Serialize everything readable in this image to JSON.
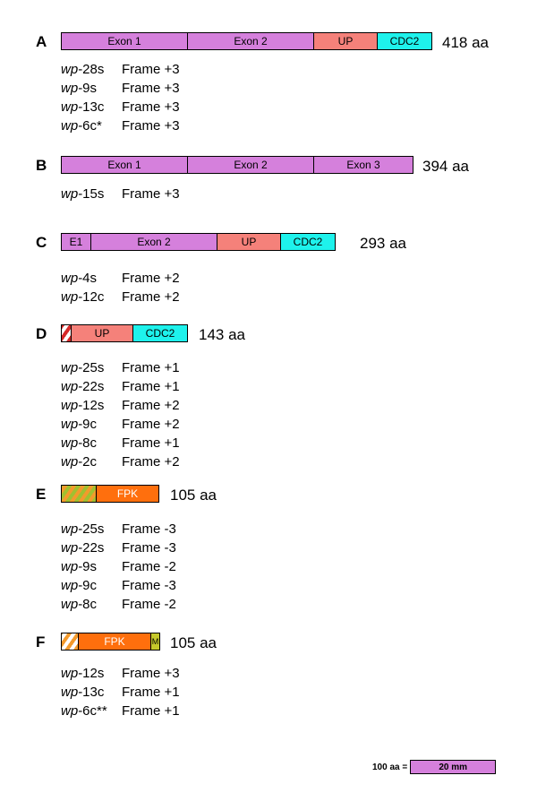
{
  "colors": {
    "exon": "#d580dc",
    "up": "#f5817a",
    "cdc2": "#1ef2ec",
    "fpk": "#ff6f0d",
    "m": "#c6c82a",
    "hatch_red": "#d62828",
    "hatch_orange": "#f39a2c",
    "hatch_green": "#a0c030"
  },
  "panels": [
    {
      "letter": "A",
      "segments": [
        {
          "label": "Exon 1",
          "color": "exon"
        },
        {
          "label": "Exon 2",
          "color": "exon"
        },
        {
          "label": "UP",
          "color": "up"
        },
        {
          "label": "CDC2",
          "color": "cdc2"
        }
      ],
      "length": "418 aa",
      "isoforms": [
        {
          "prefix": "wp",
          "suffix": "-28s",
          "frame": "Frame +3"
        },
        {
          "prefix": "wp",
          "suffix": "-9s",
          "frame": "Frame +3"
        },
        {
          "prefix": "wp",
          "suffix": "-13c",
          "frame": "Frame +3"
        },
        {
          "prefix": "wp",
          "suffix": "-6c*",
          "frame": "Frame +3"
        }
      ]
    },
    {
      "letter": "B",
      "segments": [
        {
          "label": "Exon 1",
          "color": "exon"
        },
        {
          "label": "Exon 2",
          "color": "exon"
        },
        {
          "label": "Exon 3",
          "color": "exon"
        }
      ],
      "length": "394 aa",
      "isoforms": [
        {
          "prefix": "wp",
          "suffix": "-15s",
          "frame": "Frame +3"
        }
      ]
    },
    {
      "letter": "C",
      "segments": [
        {
          "label": "E1",
          "color": "exon"
        },
        {
          "label": "Exon 2",
          "color": "exon"
        },
        {
          "label": "UP",
          "color": "up"
        },
        {
          "label": "CDC2",
          "color": "cdc2"
        }
      ],
      "length": "293 aa",
      "isoforms": [
        {
          "prefix": "wp",
          "suffix": "-4s",
          "frame": "Frame +2"
        },
        {
          "prefix": "wp",
          "suffix": "-12c",
          "frame": "Frame +2"
        }
      ]
    },
    {
      "letter": "D",
      "segments": [
        {
          "label": "",
          "color": "hatch_red"
        },
        {
          "label": "UP",
          "color": "up"
        },
        {
          "label": "CDC2",
          "color": "cdc2"
        }
      ],
      "length": "143 aa",
      "isoforms": [
        {
          "prefix": "wp",
          "suffix": "-25s",
          "frame": "Frame +1"
        },
        {
          "prefix": "wp",
          "suffix": "-22s",
          "frame": "Frame +1"
        },
        {
          "prefix": "wp",
          "suffix": "-12s",
          "frame": "Frame +2"
        },
        {
          "prefix": "wp",
          "suffix": "-9c",
          "frame": "Frame +2"
        },
        {
          "prefix": "wp",
          "suffix": "-8c",
          "frame": "Frame +1"
        },
        {
          "prefix": "wp",
          "suffix": "-2c",
          "frame": "Frame +2"
        }
      ]
    },
    {
      "letter": "E",
      "segments": [
        {
          "label": "",
          "color": "hatch_green"
        },
        {
          "label": "FPK",
          "color": "fpk"
        }
      ],
      "length": "105 aa",
      "isoforms": [
        {
          "prefix": "wp",
          "suffix": "-25s",
          "frame": "Frame -3"
        },
        {
          "prefix": "wp",
          "suffix": "-22s",
          "frame": "Frame -3"
        },
        {
          "prefix": "wp",
          "suffix": "-9s",
          "frame": "Frame -2"
        },
        {
          "prefix": "wp",
          "suffix": "-9c",
          "frame": "Frame -3"
        },
        {
          "prefix": "wp",
          "suffix": "-8c",
          "frame": "Frame -2"
        }
      ]
    },
    {
      "letter": "F",
      "segments": [
        {
          "label": "",
          "color": "hatch_orange"
        },
        {
          "label": "FPK",
          "color": "fpk"
        },
        {
          "label": "M",
          "color": "m"
        }
      ],
      "length": "105 aa",
      "isoforms": [
        {
          "prefix": "wp",
          "suffix": "-12s",
          "frame": "Frame +3"
        },
        {
          "prefix": "wp",
          "suffix": "-13c",
          "frame": "Frame +1"
        },
        {
          "prefix": "wp",
          "suffix": "-6c**",
          "frame": "Frame +1"
        }
      ]
    }
  ],
  "scale": {
    "label": "100 aa =",
    "bar_label": "20 mm"
  }
}
